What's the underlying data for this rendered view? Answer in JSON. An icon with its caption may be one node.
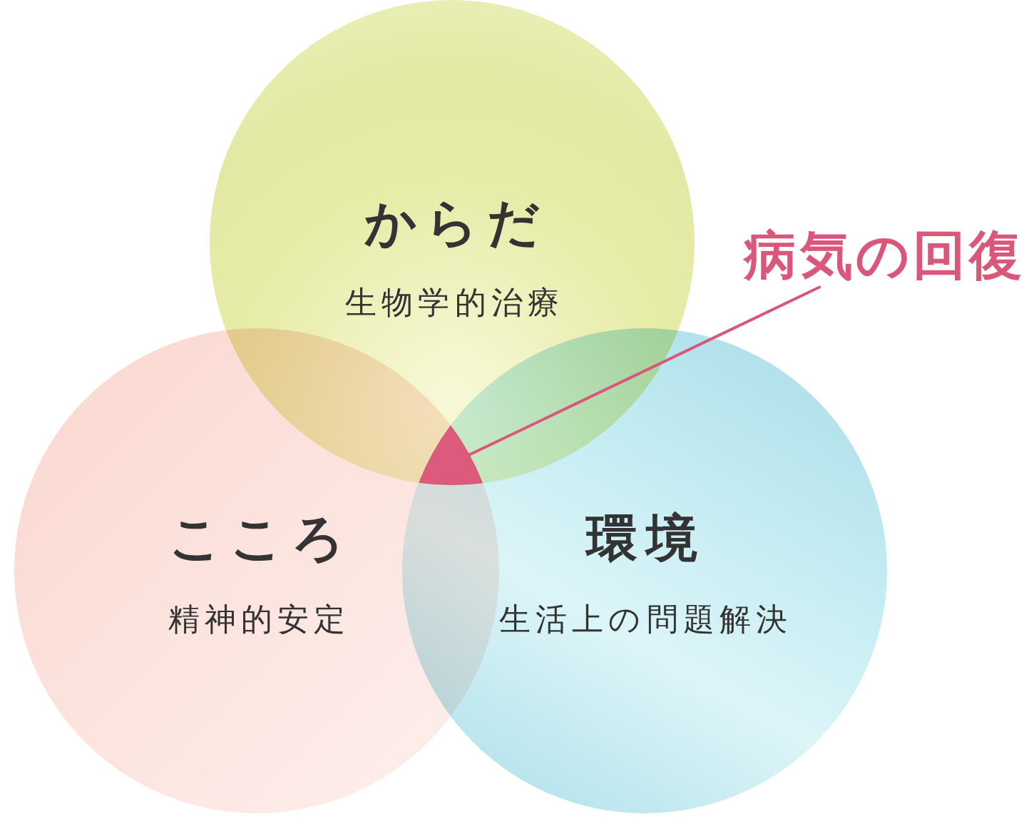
{
  "diagram": {
    "nodes": [
      {
        "text": [
          "からだ",
          "生物学的治療"
        ]
      },
      {
        "text": [
          "病気の回復"
        ]
      },
      {
        "text": [],
        "shape": "triangle"
      },
      {
        "text": [
          "こころ",
          "精神的安定"
        ]
      },
      {
        "text": [
          "環境",
          "生活上の問題解決"
        ]
      }
    ],
    "edges": [
      {
        "from": 1,
        "to": 2,
        "arrow": "none"
      }
    ]
  }
}
